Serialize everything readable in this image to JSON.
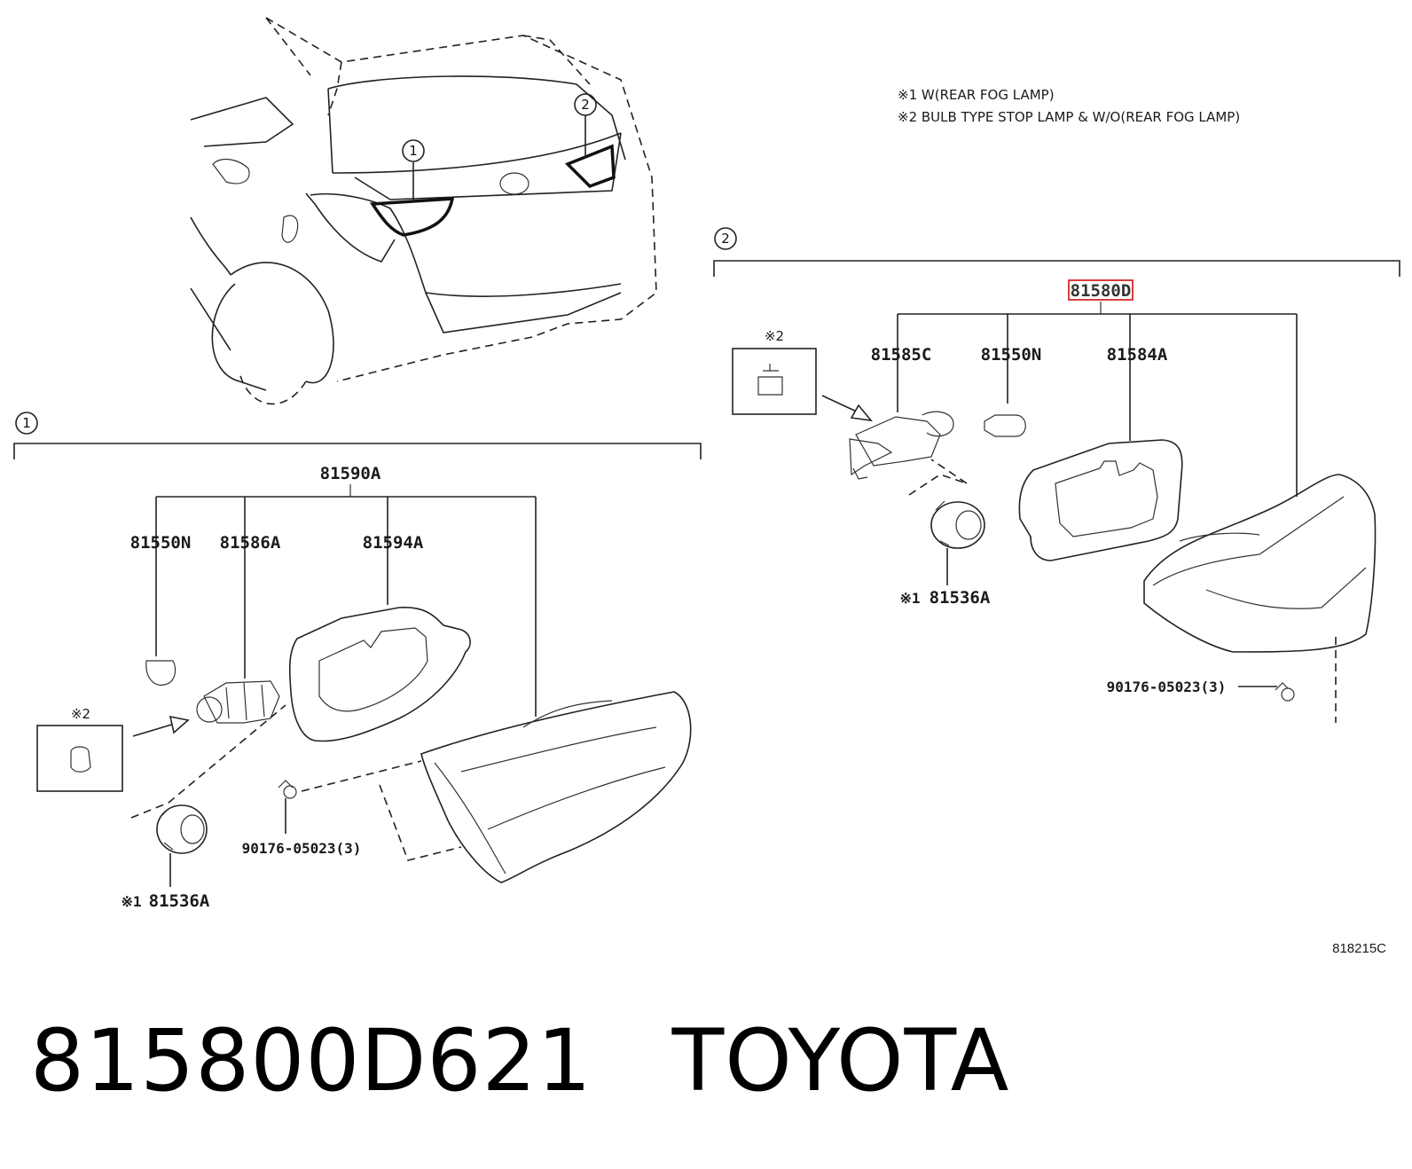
{
  "notes": {
    "note1": "※1 W(REAR FOG LAMP)",
    "note2": "※2 BULB TYPE STOP LAMP & W/O(REAR FOG LAMP)"
  },
  "callouts": {
    "c1": "1",
    "c2": "2"
  },
  "section2": {
    "assembly": "81580D",
    "bulb_marker": "※2",
    "parts": [
      "81585C",
      "81550N",
      "81584A"
    ],
    "grommet_marker": "※1",
    "grommet": "81536A",
    "screw": "90176-05023(3)"
  },
  "section1": {
    "assembly": "81590A",
    "bulb_marker": "※2",
    "parts": [
      "81550N",
      "81586A",
      "81594A"
    ],
    "grommet_marker": "※1",
    "grommet": "81536A",
    "screw": "90176-05023(3)"
  },
  "illustration_code": "818215C",
  "footer": {
    "part_number": "815800D621",
    "brand": "TOYOTA"
  },
  "colors": {
    "highlight": "#d42a2a",
    "ink": "#1a1a1a"
  }
}
